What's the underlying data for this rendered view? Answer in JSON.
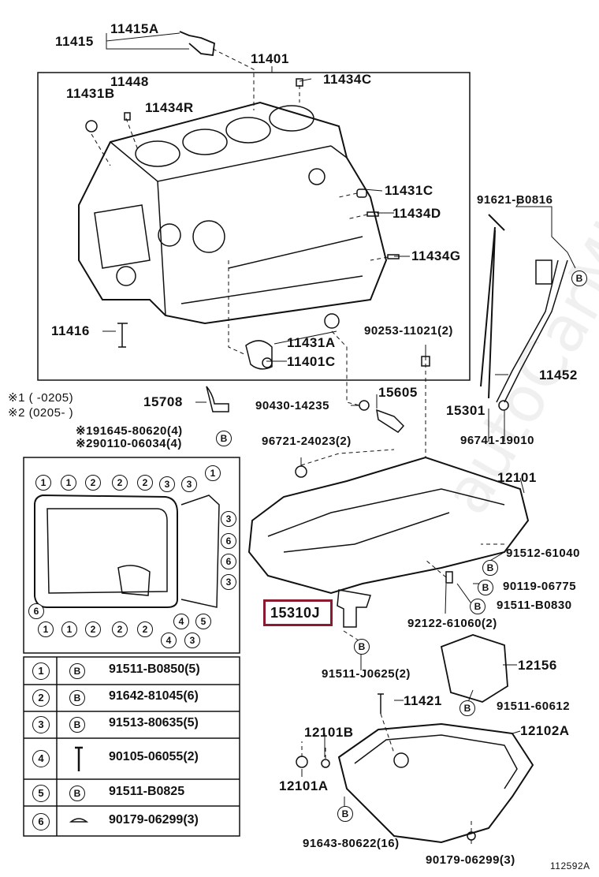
{
  "watermark": "autoCarMine.ru",
  "figure_id": "112592A",
  "highlight_label": "15310J",
  "labels": [
    {
      "id": "11415",
      "text": "11415"
    },
    {
      "id": "11415A",
      "text": "11415A"
    },
    {
      "id": "11401",
      "text": "11401"
    },
    {
      "id": "11448",
      "text": "11448"
    },
    {
      "id": "11431B",
      "text": "11431B"
    },
    {
      "id": "11434R",
      "text": "11434R"
    },
    {
      "id": "11434C",
      "text": "11434C"
    },
    {
      "id": "11431C",
      "text": "11431C"
    },
    {
      "id": "11434D",
      "text": "11434D"
    },
    {
      "id": "11434G",
      "text": "11434G"
    },
    {
      "id": "91621-B0816",
      "text": "91621-B0816"
    },
    {
      "id": "11416",
      "text": "11416"
    },
    {
      "id": "11431A",
      "text": "11431A"
    },
    {
      "id": "11401C",
      "text": "11401C"
    },
    {
      "id": "90253-11021",
      "text": "90253-11021(2)"
    },
    {
      "id": "11452",
      "text": "11452"
    },
    {
      "id": "15708",
      "text": "15708"
    },
    {
      "id": "90430-14235",
      "text": "90430-14235"
    },
    {
      "id": "15605",
      "text": "15605"
    },
    {
      "id": "15301",
      "text": "15301"
    },
    {
      "id": "96741-19010",
      "text": "96741-19010"
    },
    {
      "id": "96721-24023",
      "text": "96721-24023(2)"
    },
    {
      "id": "12101",
      "text": "12101"
    },
    {
      "id": "91512-61040",
      "text": "91512-61040"
    },
    {
      "id": "90119-06775",
      "text": "90119-06775"
    },
    {
      "id": "91511-B0830",
      "text": "91511-B0830"
    },
    {
      "id": "92122-61060",
      "text": "92122-61060(2)"
    },
    {
      "id": "91511-J0625",
      "text": "91511-J0625(2)"
    },
    {
      "id": "12156",
      "text": "12156"
    },
    {
      "id": "11421",
      "text": "11421"
    },
    {
      "id": "91511-60612",
      "text": "91511-60612"
    },
    {
      "id": "12101B",
      "text": "12101B"
    },
    {
      "id": "12102A",
      "text": "12102A"
    },
    {
      "id": "12101A",
      "text": "12101A"
    },
    {
      "id": "91643-80622",
      "text": "91643-80622(16)"
    },
    {
      "id": "90179-06299b",
      "text": "90179-06299(3)"
    }
  ],
  "notes": {
    "note1": "※1 (    -0205)",
    "note2": "※2 (0205-    )",
    "ref1": "※191645-80620(4)",
    "ref2": "※290110-06034(4)"
  },
  "bolt_table": [
    {
      "num": "1",
      "badge": "B",
      "part": "91511-B0850(5)"
    },
    {
      "num": "2",
      "badge": "B",
      "part": "91642-81045(6)"
    },
    {
      "num": "3",
      "badge": "B",
      "part": "91513-80635(5)"
    },
    {
      "num": "4",
      "badge": "",
      "part": "90105-06055(2)"
    },
    {
      "num": "5",
      "badge": "B",
      "part": "91511-B0825"
    },
    {
      "num": "6",
      "badge": "",
      "part": "90179-06299(3)"
    }
  ],
  "badge_letter": "B"
}
